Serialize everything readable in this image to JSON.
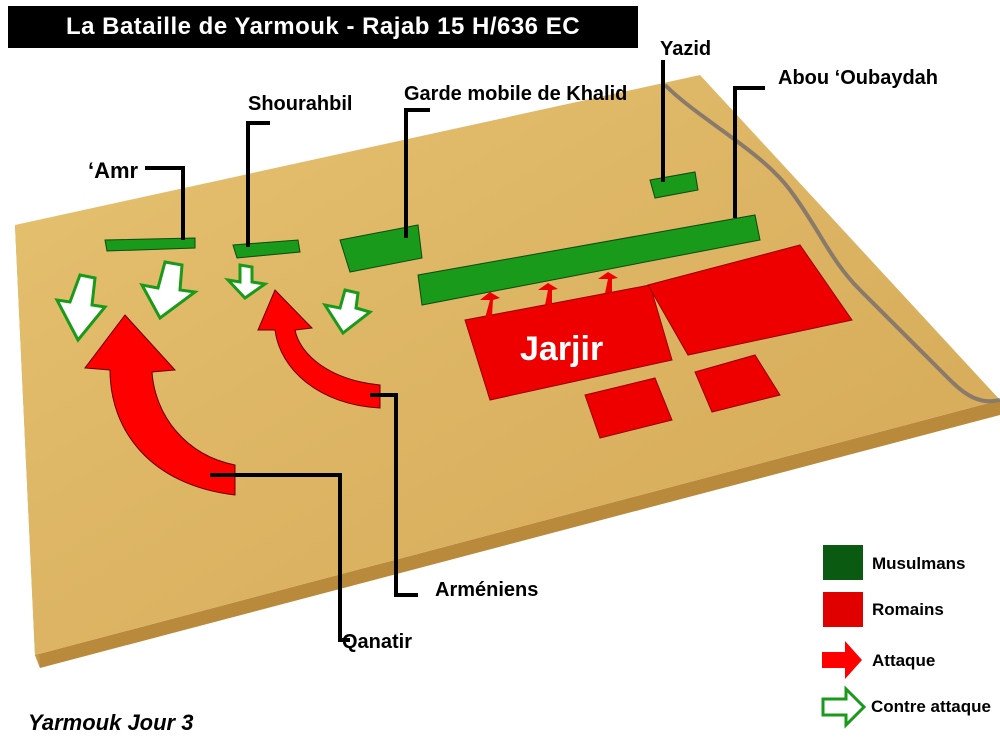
{
  "title": "La Bataille de Yarmouk - Rajab 15 H/636 EC",
  "footer": "Yarmouk Jour 3",
  "labels": {
    "amr": "‘Amr",
    "shourahbil": "Shourahbil",
    "khalid": "Garde mobile de Khalid",
    "yazid": "Yazid",
    "abou": "Abou ‘Oubaydah",
    "jarjir": "Jarjir",
    "armeniens": "Arméniens",
    "qanatir": "Qanatir"
  },
  "legend": [
    {
      "label": "Musulmans",
      "color": "#0b5a12"
    },
    {
      "label": "Romains",
      "color": "#e00000"
    },
    {
      "label": "Attaque",
      "color": "#ff0000"
    },
    {
      "label": "Contre attaque",
      "color": "#1a9a1a"
    }
  ],
  "colors": {
    "muslim_unit": "#1a9a1a",
    "roman_unit": "#ee0000",
    "sand": "#ddb766"
  }
}
